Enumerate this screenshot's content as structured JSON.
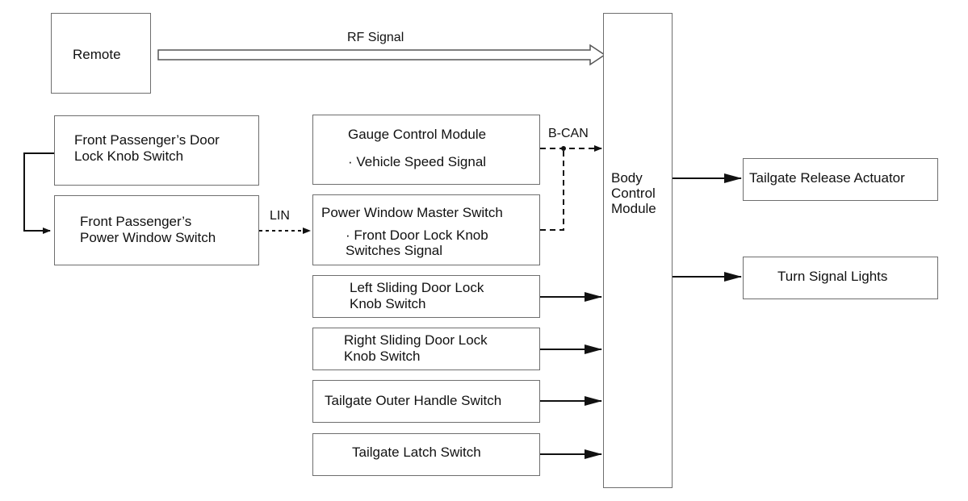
{
  "remote": {
    "label": "Remote"
  },
  "rf_signal": {
    "label": "RF Signal"
  },
  "front_passenger_door_lock_knob": {
    "line1": "Front Passenger’s Door",
    "line2": "Lock Knob Switch"
  },
  "front_passenger_power_window": {
    "line1": "Front Passenger’s",
    "line2": "Power Window Switch"
  },
  "lin": {
    "label": "LIN"
  },
  "gauge_control_module": {
    "title": "Gauge Control Module",
    "signal": "· Vehicle Speed Signal"
  },
  "b_can": {
    "label": "B-CAN"
  },
  "power_window_master": {
    "title": "Power Window Master Switch",
    "line2": "· Front Door Lock Knob",
    "line3": "Switches Signal"
  },
  "left_sliding_door": {
    "line1": "Left Sliding Door Lock",
    "line2": "Knob Switch"
  },
  "right_sliding_door": {
    "line1": "Right Sliding Door Lock",
    "line2": "Knob Switch"
  },
  "tailgate_outer_handle": {
    "label": "Tailgate Outer Handle Switch"
  },
  "tailgate_latch": {
    "label": "Tailgate Latch Switch"
  },
  "bcm": {
    "line1": "Body",
    "line2": "Control",
    "line3": "Module"
  },
  "tailgate_release_actuator": {
    "label": "Tailgate Release Actuator"
  },
  "turn_signal_lights": {
    "label": "Turn Signal Lights"
  }
}
